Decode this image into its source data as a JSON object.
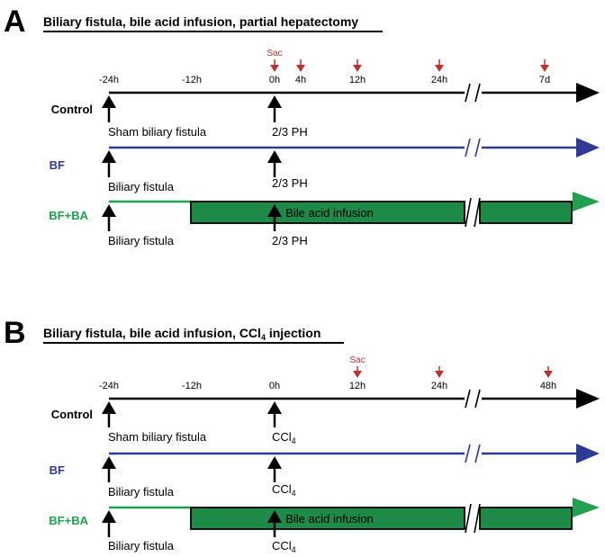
{
  "colors": {
    "black": "#000000",
    "bf_blue": "#2e3a93",
    "bfba_green": "#21a050",
    "infusion_fill": "#1e8a48",
    "sac_red": "#b83232"
  },
  "panels": [
    {
      "letter": "A",
      "title": "Biliary fistula, bile acid infusion, partial hepatectomy",
      "sac_label": "Sac",
      "ticks": [
        "-24h",
        "-12h",
        "0h",
        "4h",
        "12h",
        "24h",
        "7d"
      ],
      "sac_ticks": [
        "0h",
        "4h",
        "12h",
        "24h",
        "7d"
      ],
      "rows": [
        {
          "group": "Control",
          "ann_left": "Sham biliary fistula",
          "ann_zero": "2/3 PH"
        },
        {
          "group": "BF",
          "ann_left": "Biliary fistula",
          "ann_zero": "2/3 PH"
        },
        {
          "group": "BF+BA",
          "ann_left": "Biliary fistula",
          "ann_zero": "2/3 PH",
          "infusion": "Bile acid infusion"
        }
      ]
    },
    {
      "letter": "B",
      "title": "Biliary fistula, bile acid infusion, CCl",
      "title_sub": "4",
      "title_tail": " injection",
      "sac_label": "Sac",
      "ticks": [
        "-24h",
        "-12h",
        "0h",
        "12h",
        "24h",
        "48h"
      ],
      "sac_ticks": [
        "12h",
        "24h",
        "48h"
      ],
      "rows": [
        {
          "group": "Control",
          "ann_left": "Sham biliary fistula",
          "ann_zero": "CCl",
          "ann_zero_sub": "4"
        },
        {
          "group": "BF",
          "ann_left": "Biliary fistula",
          "ann_zero": "CCl",
          "ann_zero_sub": "4"
        },
        {
          "group": "BF+BA",
          "ann_left": "Biliary fistula",
          "ann_zero": "CCl",
          "ann_zero_sub": "4",
          "infusion": "Bile acid infusion"
        }
      ]
    }
  ]
}
